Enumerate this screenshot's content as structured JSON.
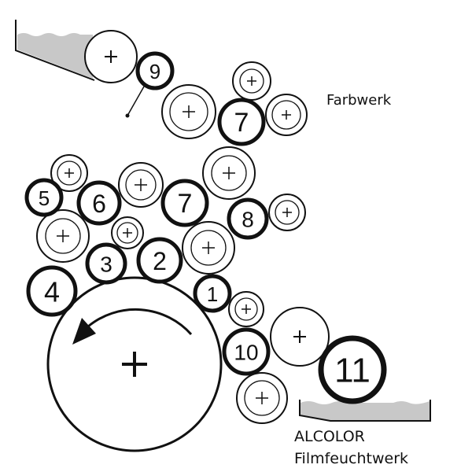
{
  "labels": {
    "inking_unit": "Farbwerk",
    "dampening_brand": "ALCOLOR",
    "dampening_unit": "Filmfeuchtwerk"
  },
  "roller_numbers": {
    "r1": "1",
    "r2": "2",
    "r3": "3",
    "r4": "4",
    "r5": "5",
    "r6": "6",
    "r7a": "7",
    "r7b": "7",
    "r8": "8",
    "r9": "9",
    "r10": "10",
    "r11": "11"
  },
  "colors": {
    "line": "#111111",
    "tray_fill": "#c8c8c8"
  }
}
